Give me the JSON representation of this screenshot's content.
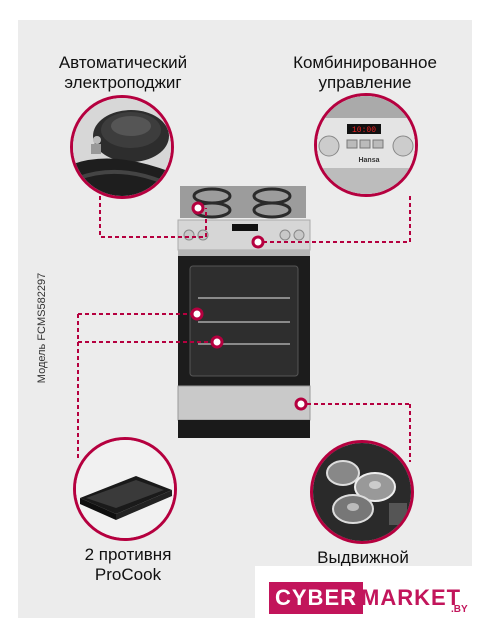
{
  "captions": {
    "top_left": "Автоматический электроподжиг",
    "top_right": "Комбинированное управление",
    "bottom_left": "2 противня ProCook",
    "bottom_right": "Выдвижной"
  },
  "model_label": "Модель FCMS582297",
  "control_panel": {
    "display": "10:00",
    "brand": "Hansa"
  },
  "logo": {
    "part1": "CYBER",
    "part2": "MARKET",
    "suffix": ".BY"
  },
  "colors": {
    "accent": "#b5003f",
    "logo": "#c2155b",
    "background": "#ececec"
  }
}
